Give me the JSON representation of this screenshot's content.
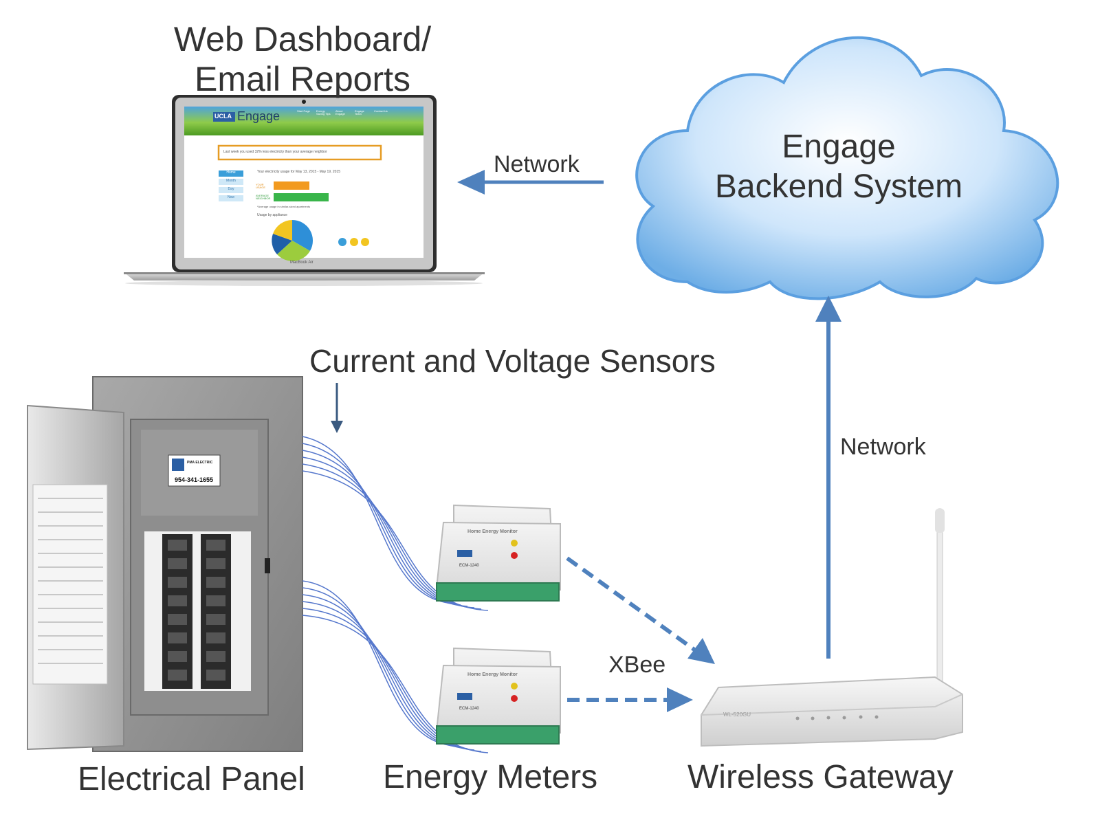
{
  "dashboard_title": [
    "Web Dashboard/",
    "Email Reports"
  ],
  "cloud_title": [
    "Engage",
    "Backend System"
  ],
  "network_label_top": "Network",
  "network_label_right": "Network",
  "sensors_label": "Current and Voltage Sensors",
  "xbee_label": "XBee",
  "panel_label": "Electrical Panel",
  "meters_label": "Energy Meters",
  "gateway_label": "Wireless Gateway",
  "laptop": {
    "brand": "UCLA",
    "app_name": "Engage",
    "nav": [
      "Start Page",
      "Energy Saving Tips",
      "About Engage",
      "Engage Team",
      "Contact Us"
    ],
    "banner": "Last week you used 32% less electricity than your average neighbor",
    "usage_title": "Your electricity usage for May 13, 2015 - May 19, 2015",
    "side_tabs": [
      "Home",
      "Month",
      "Day",
      "Now"
    ],
    "bar_labels": [
      "YOUR USAGE",
      "AVERAGE NEIGHBOR"
    ],
    "note": "*Average usage in similar-sized apartments",
    "appliance_title": "Usage by appliance",
    "model": "MacBook Air"
  },
  "panel_sticker": {
    "company": "PMA ELECTRIC",
    "phone": "954-341-1655"
  },
  "meter": {
    "title": "Home Energy Monitor",
    "model": "ECM-1240"
  },
  "router": {
    "model": "WL-520GU"
  },
  "colors": {
    "arrow": "#4f81bd",
    "cloud": "#6fb0e6",
    "text": "#333333"
  }
}
